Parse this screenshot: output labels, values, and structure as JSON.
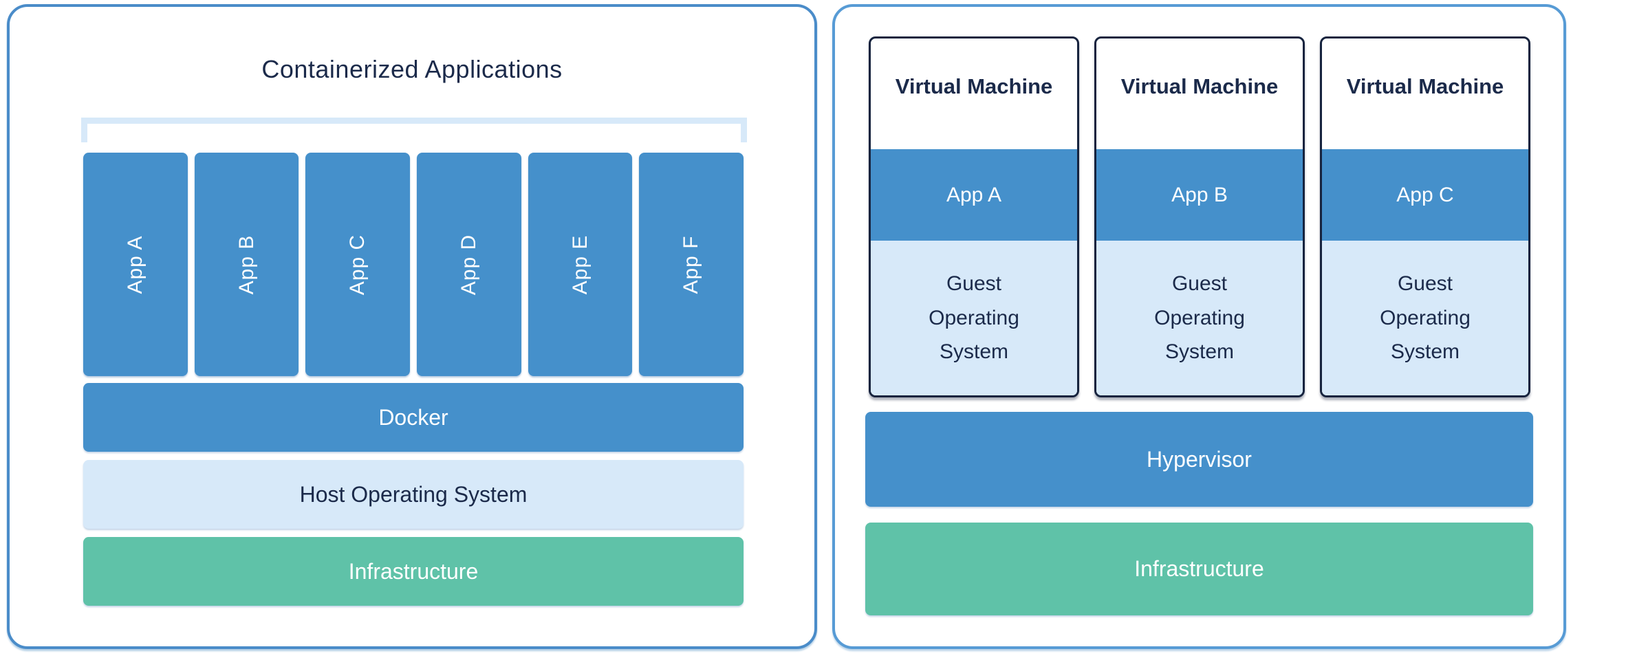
{
  "colors": {
    "panel_border_left": "#4a8cc9",
    "panel_border_right": "#579bd5",
    "block_blue": "#4590cb",
    "block_light_blue": "#d7e9f9",
    "block_green": "#5fc2a8",
    "text_navy": "#1b2a4a",
    "text_white": "#ffffff",
    "vm_card_border": "#16233e"
  },
  "left_panel": {
    "title": "Containerized Applications",
    "apps": [
      "App A",
      "App B",
      "App C",
      "App D",
      "App E",
      "App F"
    ],
    "layers": [
      {
        "label": "Docker"
      },
      {
        "label": "Host Operating System"
      },
      {
        "label": "Infrastructure"
      }
    ]
  },
  "right_panel": {
    "vms": [
      {
        "title": "Virtual Machine",
        "app": "App A",
        "os": "Guest Operating System"
      },
      {
        "title": "Virtual Machine",
        "app": "App B",
        "os": "Guest Operating System"
      },
      {
        "title": "Virtual Machine",
        "app": "App C",
        "os": "Guest Operating System"
      }
    ],
    "layers": [
      {
        "label": "Hypervisor"
      },
      {
        "label": "Infrastructure"
      }
    ]
  }
}
